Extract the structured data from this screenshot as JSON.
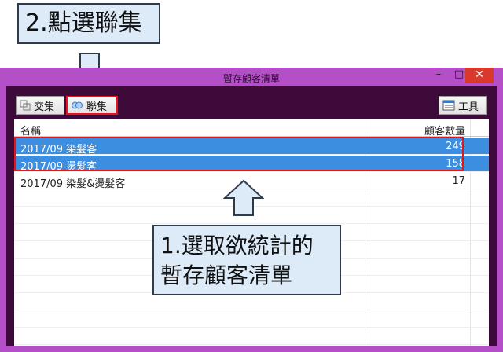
{
  "callouts": {
    "step2": "2.點選聯集",
    "step1_line1": "1.選取欲統計的",
    "step1_line2": "暫存顧客清單"
  },
  "window": {
    "title": "暫存顧客清單",
    "minimize": "–",
    "maximize": "□",
    "close": "✕"
  },
  "toolbar": {
    "intersect_label": "交集",
    "union_label": "聯集",
    "tools_label": "工具"
  },
  "list": {
    "columns": [
      "名稱",
      "顧客數量"
    ],
    "rows": [
      {
        "name": "2017/09 染髮客",
        "count": "249",
        "selected": true
      },
      {
        "name": "2017/09 燙髮客",
        "count": "158",
        "selected": true
      },
      {
        "name": "2017/09 染髮&燙髮客",
        "count": "17",
        "selected": false
      }
    ]
  },
  "colors": {
    "frame": "#b44fc7",
    "content_bg": "#3e0a3a",
    "selection": "#3c8fe0",
    "highlight_border": "#e2141c",
    "callout_bg": "#dcebf7"
  },
  "icons": {
    "intersect": "intersect-icon",
    "union": "union-icon",
    "tools": "tools-icon",
    "down_arrow": "down-arrow-icon",
    "up_arrow": "up-arrow-icon"
  }
}
